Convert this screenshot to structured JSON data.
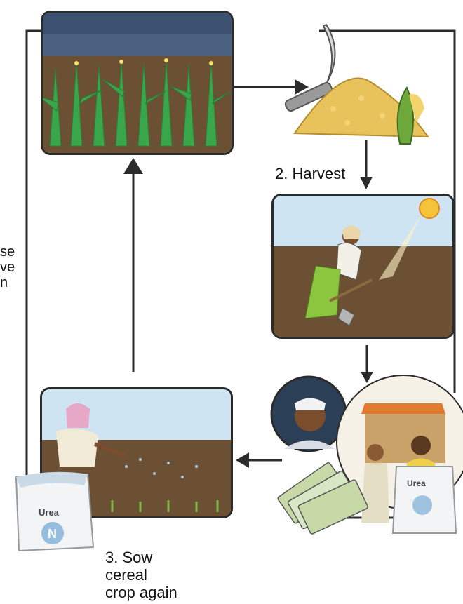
{
  "labels": {
    "harvest": "2. Harvest",
    "sow_line1": "3. Sow",
    "sow_line2": "cereal",
    "sow_line3": "crop again",
    "left_fragment_1": "se",
    "left_fragment_2": "ve",
    "left_fragment_3": "n"
  },
  "bags": {
    "left_bag_text": "Urea",
    "left_bag_symbol": "N",
    "right_bag_text": "Urea"
  },
  "colors": {
    "line": "#2b2b2b",
    "sky_storm": "#4a6180",
    "soil": "#6b5034",
    "crop_green": "#3aa64a",
    "grain": "#e8c25a",
    "sunny_sky": "#cfe4f2",
    "skirt_green": "#8cc63f",
    "bag": "#f2f4f6",
    "bag_blue": "#4a8fc9"
  },
  "icons": [
    "sickle-icon",
    "sun-icon",
    "hoe-icon",
    "urea-bag-icon",
    "banknote-icon",
    "arrow-icon"
  ]
}
